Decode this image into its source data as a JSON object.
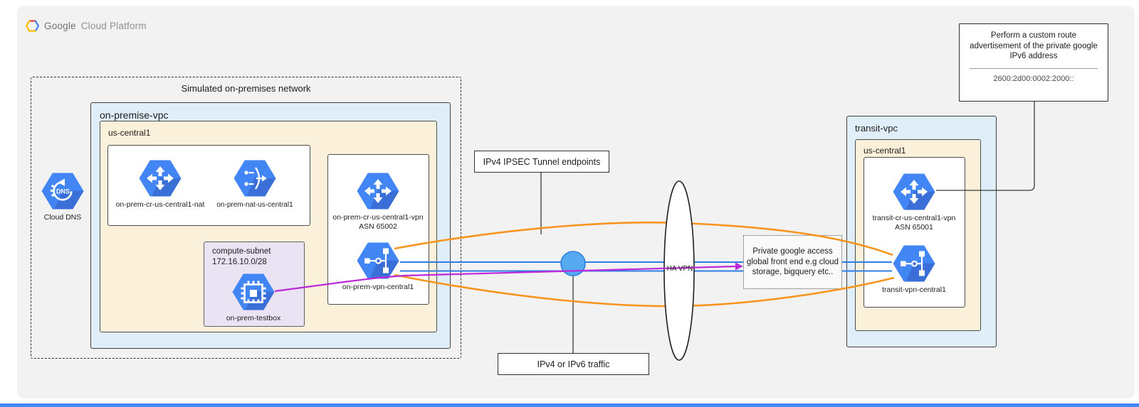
{
  "brand": {
    "google": "Google",
    "suffix": "Cloud Platform"
  },
  "onprem": {
    "title": "Simulated on-premises network",
    "vpc": "on-premise-vpc",
    "region": "us-central1",
    "cr_nat": "on-prem-cr-us-central1-nat",
    "nat": "on-prem-nat-us-central1",
    "subnet_name": "compute-subnet",
    "subnet_cidr": "172.16.10.0/28",
    "testbox": "on-prem-testbox",
    "cr_vpn": "on-prem-cr-us-central1-vpn",
    "cr_vpn_asn": "ASN 65002",
    "vpn_gw": "on-prem-vpn-central1"
  },
  "dns": {
    "label": "Cloud DNS"
  },
  "mid": {
    "tunnel_label": "IPv4 IPSEC Tunnel endpoints",
    "traffic_label": "IPv4 or IPv6 traffic",
    "havpn": "HA VPN",
    "pga": "Private google access global front end e.g cloud storage, bigquery etc.."
  },
  "transit": {
    "vpc": "transit-vpc",
    "region": "us-central1",
    "cr": "transit-cr-us-central1-vpn",
    "cr_asn": "ASN 65001",
    "vpn_gw": "transit-vpn-central1"
  },
  "note": {
    "text": "Perform a custom route advertisement of the private google IPv6 address",
    "address": "2600:2d00:0002:2000::"
  },
  "colors": {
    "tunnel_orange": "#F7941E",
    "traffic_blue": "#2E7DE5",
    "flow_purple": "#BB29D9",
    "icon_blue": "#4285F4",
    "vpc_fill": "#DFEEF9",
    "region_fill": "#FBF1DA",
    "subnet_fill": "#E9E3F3",
    "junction_fill": "#57A9F0"
  }
}
